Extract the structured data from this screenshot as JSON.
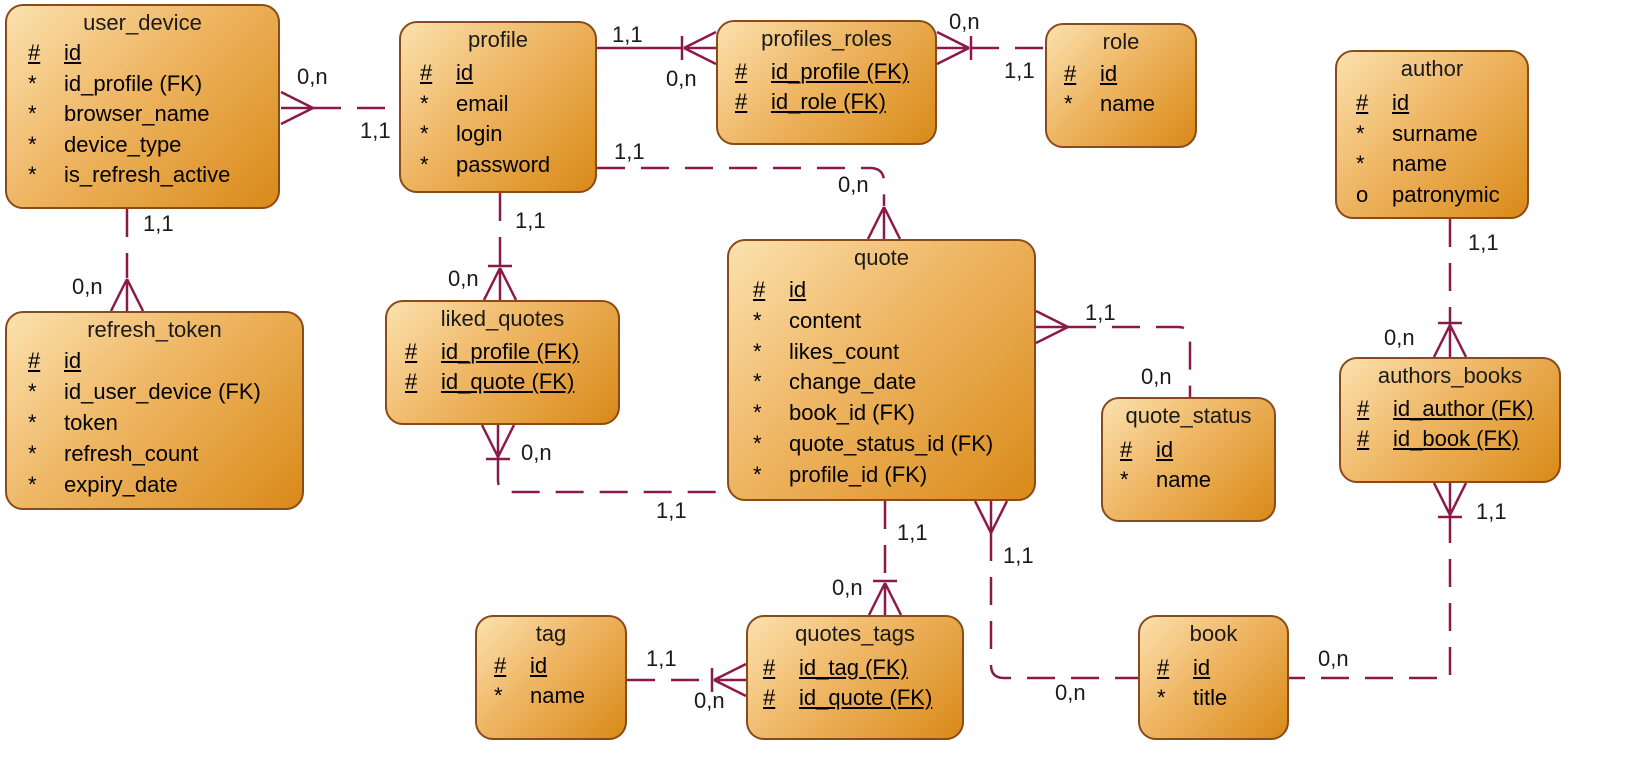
{
  "entities": {
    "user_device": {
      "name": "user_device",
      "attrs": [
        {
          "m": "#",
          "n": "id",
          "key": true
        },
        {
          "m": "*",
          "n": "id_profile (FK)",
          "key": false
        },
        {
          "m": "*",
          "n": "browser_name",
          "key": false
        },
        {
          "m": "*",
          "n": "device_type",
          "key": false
        },
        {
          "m": "*",
          "n": "is_refresh_active",
          "key": false
        }
      ]
    },
    "refresh_token": {
      "name": "refresh_token",
      "attrs": [
        {
          "m": "#",
          "n": "id",
          "key": true
        },
        {
          "m": "*",
          "n": "id_user_device (FK)",
          "key": false
        },
        {
          "m": "*",
          "n": "token",
          "key": false
        },
        {
          "m": "*",
          "n": "refresh_count",
          "key": false
        },
        {
          "m": "*",
          "n": "expiry_date",
          "key": false
        }
      ]
    },
    "profile": {
      "name": "profile",
      "attrs": [
        {
          "m": "#",
          "n": "id",
          "key": true
        },
        {
          "m": "*",
          "n": "email",
          "key": false
        },
        {
          "m": "*",
          "n": "login",
          "key": false
        },
        {
          "m": "*",
          "n": "password",
          "key": false
        }
      ]
    },
    "liked_quotes": {
      "name": "liked_quotes",
      "attrs": [
        {
          "m": "#",
          "n": "id_profile (FK)",
          "key": true
        },
        {
          "m": "#",
          "n": "id_quote (FK)",
          "key": true
        }
      ]
    },
    "profiles_roles": {
      "name": "profiles_roles",
      "attrs": [
        {
          "m": "#",
          "n": "id_profile (FK)",
          "key": true
        },
        {
          "m": "#",
          "n": "id_role (FK)",
          "key": true
        }
      ]
    },
    "role": {
      "name": "role",
      "attrs": [
        {
          "m": "#",
          "n": "id",
          "key": true
        },
        {
          "m": "*",
          "n": "name",
          "key": false
        }
      ]
    },
    "quote": {
      "name": "quote",
      "attrs": [
        {
          "m": "#",
          "n": "id",
          "key": true
        },
        {
          "m": "*",
          "n": "content",
          "key": false
        },
        {
          "m": "*",
          "n": "likes_count",
          "key": false
        },
        {
          "m": "*",
          "n": "change_date",
          "key": false
        },
        {
          "m": "*",
          "n": "book_id (FK)",
          "key": false
        },
        {
          "m": "*",
          "n": "quote_status_id (FK)",
          "key": false
        },
        {
          "m": "*",
          "n": "profile_id (FK)",
          "key": false
        }
      ]
    },
    "quote_status": {
      "name": "quote_status",
      "attrs": [
        {
          "m": "#",
          "n": "id",
          "key": true
        },
        {
          "m": "*",
          "n": "name",
          "key": false
        }
      ]
    },
    "author": {
      "name": "author",
      "attrs": [
        {
          "m": "#",
          "n": "id",
          "key": true
        },
        {
          "m": "*",
          "n": "surname",
          "key": false
        },
        {
          "m": "*",
          "n": "name",
          "key": false
        },
        {
          "m": "o",
          "n": "patronymic",
          "key": false
        }
      ]
    },
    "authors_books": {
      "name": "authors_books",
      "attrs": [
        {
          "m": "#",
          "n": "id_author (FK)",
          "key": true
        },
        {
          "m": "#",
          "n": "id_book (FK)",
          "key": true
        }
      ]
    },
    "tag": {
      "name": "tag",
      "attrs": [
        {
          "m": "#",
          "n": "id",
          "key": true
        },
        {
          "m": "*",
          "n": "name",
          "key": false
        }
      ]
    },
    "quotes_tags": {
      "name": "quotes_tags",
      "attrs": [
        {
          "m": "#",
          "n": "id_tag (FK)",
          "key": true
        },
        {
          "m": "#",
          "n": "id_quote (FK)",
          "key": true
        }
      ]
    },
    "book": {
      "name": "book",
      "attrs": [
        {
          "m": "#",
          "n": "id",
          "key": true
        },
        {
          "m": "*",
          "n": "title",
          "key": false
        }
      ]
    }
  },
  "cardinality_labels": [
    "0,n",
    "1,1",
    "1,1",
    "0,n",
    "1,1",
    "0,n",
    "0,n",
    "1,1",
    "1,1",
    "0,n",
    "1,1",
    "0,n",
    "1,1",
    "0,n",
    "0,n",
    "1,1",
    "1,1",
    "0,n",
    "1,1",
    "0,n",
    "1,1",
    "0,n",
    "1,1",
    "0,n",
    "1,1",
    "0,n"
  ],
  "colors": {
    "line": "#8b1a4a",
    "border": "#8b4a1a",
    "fill_light": "#fbe1ae",
    "fill_dark": "#d98a18"
  }
}
